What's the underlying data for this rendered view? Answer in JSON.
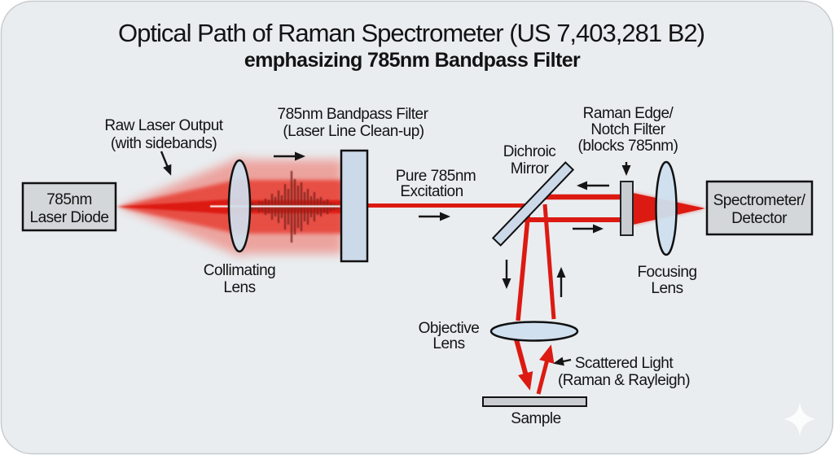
{
  "title": {
    "line1": "Optical Path of Raman Spectrometer (US 7,403,281 B2)",
    "line2": "emphasizing 785nm Bandpass Filter"
  },
  "labels": {
    "laser_diode": {
      "l1": "785nm",
      "l2": "Laser Diode"
    },
    "raw_output": {
      "l1": "Raw Laser Output",
      "l2": "(with sidebands)"
    },
    "collimating_lens": {
      "l1": "Collimating",
      "l2": "Lens"
    },
    "bandpass_filter": {
      "l1": "785nm Bandpass Filter",
      "l2": "(Laser Line Clean-up)"
    },
    "pure_excitation": {
      "l1": "Pure 785nm",
      "l2": "Excitation"
    },
    "dichroic_mirror": {
      "l1": "Dichroic",
      "l2": "Mirror"
    },
    "notch_filter": {
      "l1": "Raman Edge/",
      "l2": "Notch Filter",
      "l3": "(blocks 785nm)"
    },
    "focusing_lens": {
      "l1": "Focusing",
      "l2": "Lens"
    },
    "spectrometer": {
      "l1": "Spectrometer/",
      "l2": "Detector"
    },
    "objective_lens": {
      "l1": "Objective",
      "l2": "Lens"
    },
    "scattered_light": {
      "l1": "Scattered Light",
      "l2": "(Raman & Rayleigh)"
    },
    "sample": {
      "l1": "Sample"
    }
  },
  "colors": {
    "canvas": "#e9edf0",
    "beam_red": "#dc1a12",
    "beam_glow": "#f04a3c",
    "component_gray": "#d3d7da",
    "lens_blue": "#cfdfee",
    "filter_blue": "#ccd9e8",
    "waveform_dark": "#7b2520",
    "text": "#131313"
  }
}
